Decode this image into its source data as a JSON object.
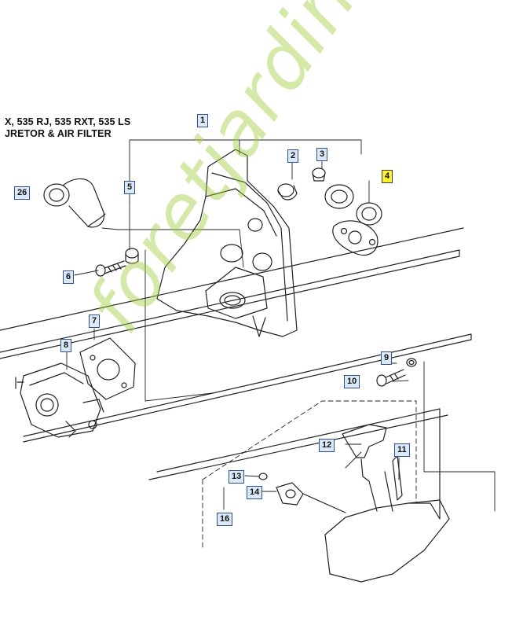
{
  "header": {
    "line1": "X, 535 RJ, 535 RXT, 535 LS",
    "line2": "JRETOR & AIR FILTER"
  },
  "callouts": {
    "1": "1",
    "2": "2",
    "3": "3",
    "4": "4",
    "5": "5",
    "6": "6",
    "7": "7",
    "8": "8",
    "9": "9",
    "10": "10",
    "11": "11",
    "12": "12",
    "13": "13",
    "14": "14",
    "16": "16",
    "26": "26"
  },
  "watermark": "foretjardin.com",
  "colors": {
    "callout_fill": "#dbe9f7",
    "callout_border": "#2f4f8f",
    "highlight": "#fff22a",
    "watermark": "#a0cd3c"
  }
}
